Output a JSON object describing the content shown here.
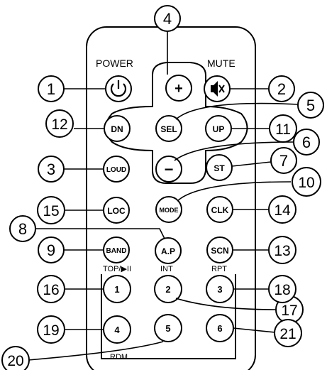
{
  "labels": {
    "power": "POWER",
    "mute": "MUTE",
    "top": "TOP/▶II",
    "int": "INT",
    "rpt": "RPT",
    "rdm": "RDM"
  },
  "buttons": {
    "power": "⏻",
    "mute": "🔇",
    "plus": "+",
    "minus": "−",
    "dn": "DN",
    "sel": "SEL",
    "up": "UP",
    "loud": "LOUD",
    "st": "ST",
    "loc": "LOC",
    "mode": "MODE",
    "clk": "CLK",
    "band": "BAND",
    "ap": "A.P",
    "scn": "SCN",
    "d1": "1",
    "d2": "2",
    "d3": "3",
    "d4": "4",
    "d5": "5",
    "d6": "6"
  },
  "callouts": {
    "c1": "1",
    "c2": "2",
    "c3": "3",
    "c4": "4",
    "c5": "5",
    "c6": "6",
    "c7": "7",
    "c8": "8",
    "c9": "9",
    "c10": "10",
    "c11": "11",
    "c12": "12",
    "c13": "13",
    "c14": "14",
    "c15": "15",
    "c16": "16",
    "c17": "17",
    "c18": "18",
    "c19": "19",
    "c20": "20",
    "c21": "21"
  }
}
